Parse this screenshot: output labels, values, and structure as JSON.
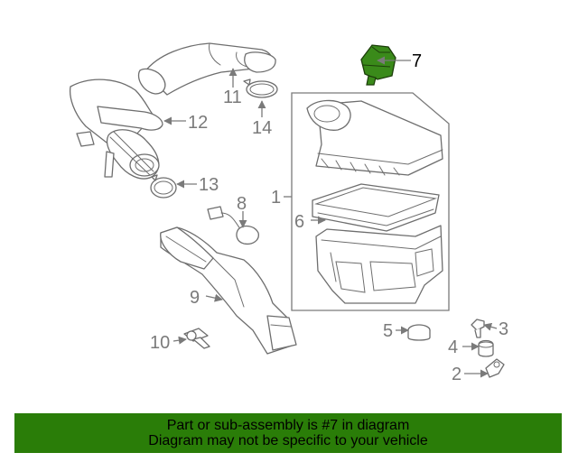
{
  "diagram": {
    "highlight_color": "#3a8a1a",
    "callouts": [
      {
        "id": "1",
        "label": "1"
      },
      {
        "id": "2",
        "label": "2"
      },
      {
        "id": "3",
        "label": "3"
      },
      {
        "id": "4",
        "label": "4"
      },
      {
        "id": "5",
        "label": "5"
      },
      {
        "id": "6",
        "label": "6"
      },
      {
        "id": "7",
        "label": "7"
      },
      {
        "id": "8",
        "label": "8"
      },
      {
        "id": "9",
        "label": "9"
      },
      {
        "id": "10",
        "label": "10"
      },
      {
        "id": "11",
        "label": "11"
      },
      {
        "id": "12",
        "label": "12"
      },
      {
        "id": "13",
        "label": "13"
      },
      {
        "id": "14",
        "label": "14"
      }
    ]
  },
  "banner": {
    "background": "#2a7d08",
    "line1": "Part or sub-assembly is #7 in diagram",
    "line2": "Diagram may not be specific to your vehicle"
  }
}
